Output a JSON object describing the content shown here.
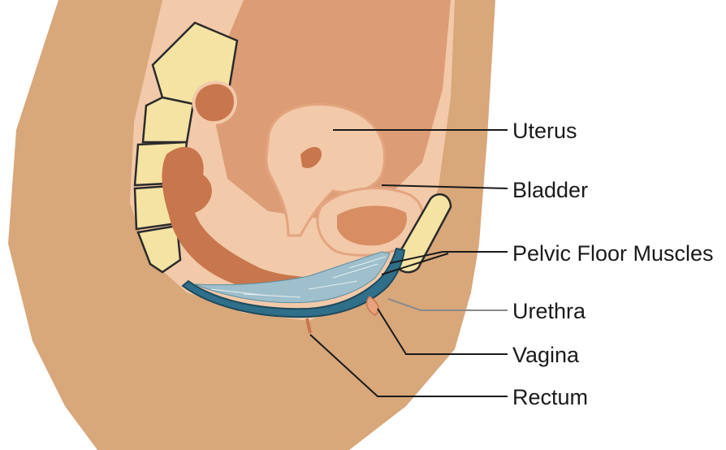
{
  "labels": {
    "uterus": "Uterus",
    "bladder": "Bladder",
    "pelvic_floor_muscles": "Pelvic Floor Muscles",
    "urethra": "Urethra",
    "vagina": "Vagina",
    "rectum": "Rectum"
  },
  "colors": {
    "skin": "#d8a77a",
    "tissue_light": "#f2c9a9",
    "tissue_mid": "#e6a37d",
    "organ_dark": "#c8764d",
    "bone": "#f5e3a4",
    "bone_outline": "#2b2b2b",
    "muscle": "#2f6f8a",
    "muscle_light": "#9ebfcb",
    "leader_line": "#1a1a1a"
  }
}
